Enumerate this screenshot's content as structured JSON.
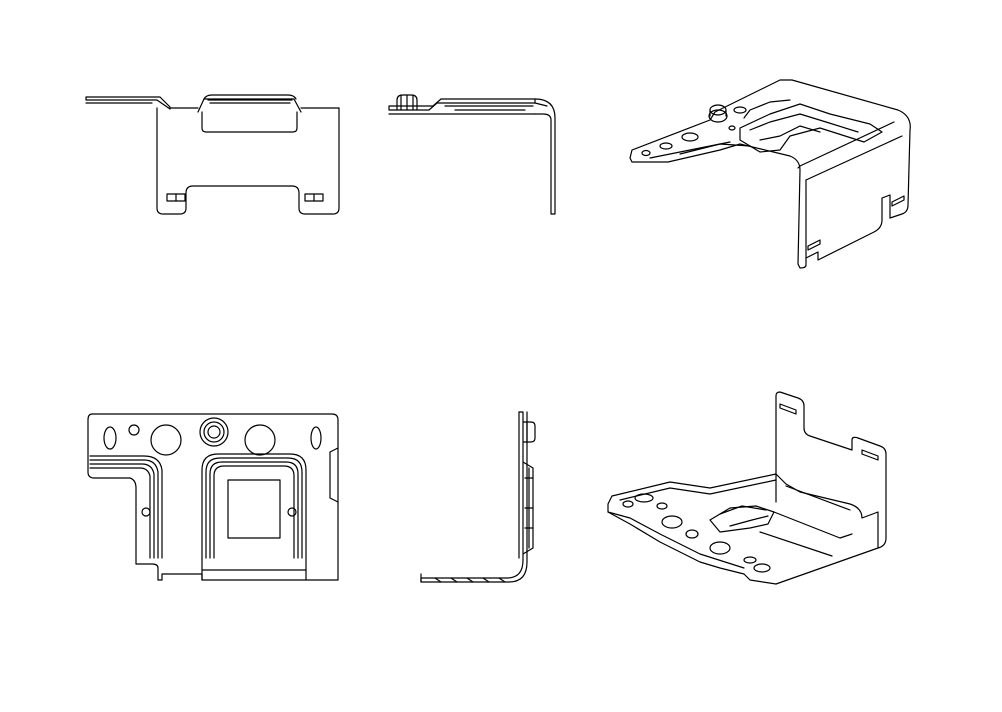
{
  "sheet": {
    "background": "#ffffff",
    "line_color": "#000000"
  },
  "views": [
    {
      "id": "top-front",
      "label": ""
    },
    {
      "id": "top-side",
      "label": ""
    },
    {
      "id": "top-iso",
      "label": ""
    },
    {
      "id": "bottom-flat",
      "label": ""
    },
    {
      "id": "bottom-side",
      "label": ""
    },
    {
      "id": "bottom-iso",
      "label": ""
    }
  ]
}
